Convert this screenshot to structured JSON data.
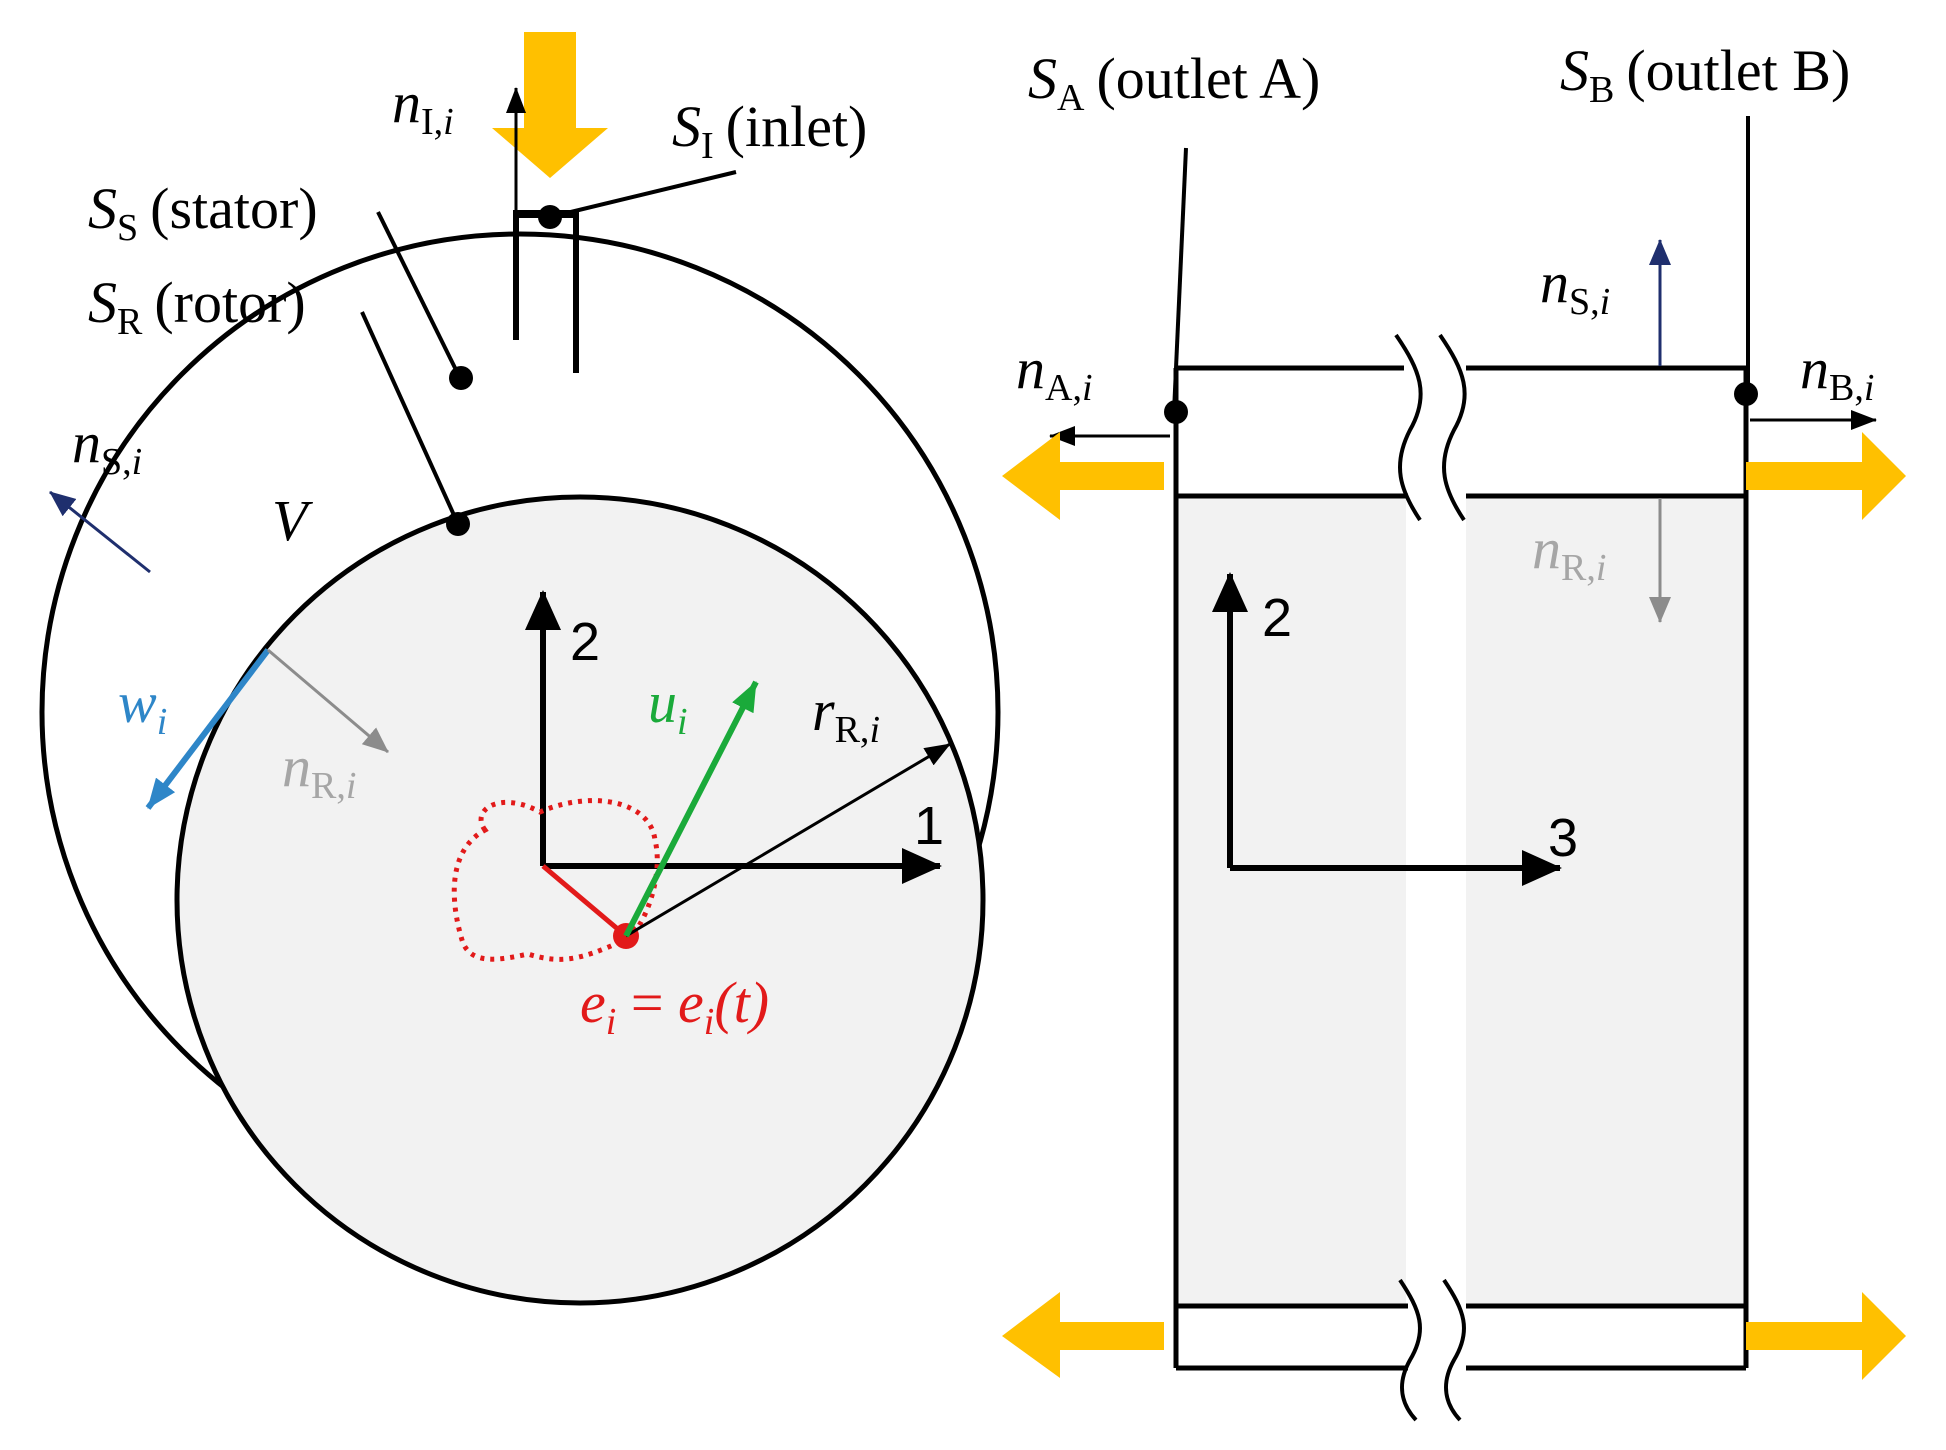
{
  "colors": {
    "flow_arrow": "#FFC000",
    "rotor_fill": "#F2F2F2",
    "normal_stator": "#1F2F6E",
    "normal_rotor": "#8C8C8C",
    "normal_rotor_light": "#A6A6A6",
    "velocity_u": "#1AAA3A",
    "velocity_w": "#2E86C8",
    "eccentricity": "#E21A1A"
  },
  "labels": {
    "inlet": {
      "symbol": "S",
      "sub": "I",
      "text": "(inlet)"
    },
    "stator": {
      "symbol": "S",
      "sub": "S",
      "text": "(stator)"
    },
    "rotor": {
      "symbol": "S",
      "sub": "R",
      "text": "(rotor)"
    },
    "outlet_a": {
      "symbol": "S",
      "sub": "A",
      "text": "(outlet A)"
    },
    "outlet_b": {
      "symbol": "S",
      "sub": "B",
      "text": "(outlet B)"
    },
    "volume": "V",
    "n_inlet": {
      "symbol": "n",
      "sub": "I,",
      "idx": "i"
    },
    "n_stator_left": {
      "symbol": "n",
      "sub": "S,",
      "idx": "i"
    },
    "n_stator_right": {
      "symbol": "n",
      "sub": "S,",
      "idx": "i"
    },
    "n_rotor_left": {
      "symbol": "n",
      "sub": "R,",
      "idx": "i"
    },
    "n_rotor_right": {
      "symbol": "n",
      "sub": "R,",
      "idx": "i"
    },
    "n_a": {
      "symbol": "n",
      "sub": "A,",
      "idx": "i"
    },
    "n_b": {
      "symbol": "n",
      "sub": "B,",
      "idx": "i"
    },
    "w": {
      "symbol": "w",
      "idx": "i"
    },
    "u": {
      "symbol": "u",
      "idx": "i"
    },
    "r": {
      "symbol": "r",
      "sub": "R,",
      "idx": "i"
    },
    "ecc": {
      "e1": "e",
      "i1": "i",
      "eq": " = ",
      "e2": "e",
      "i2": "i",
      "t": "(t)"
    },
    "axis_front_1": "1",
    "axis_front_2": "2",
    "axis_side_2": "2",
    "axis_side_3": "3"
  }
}
